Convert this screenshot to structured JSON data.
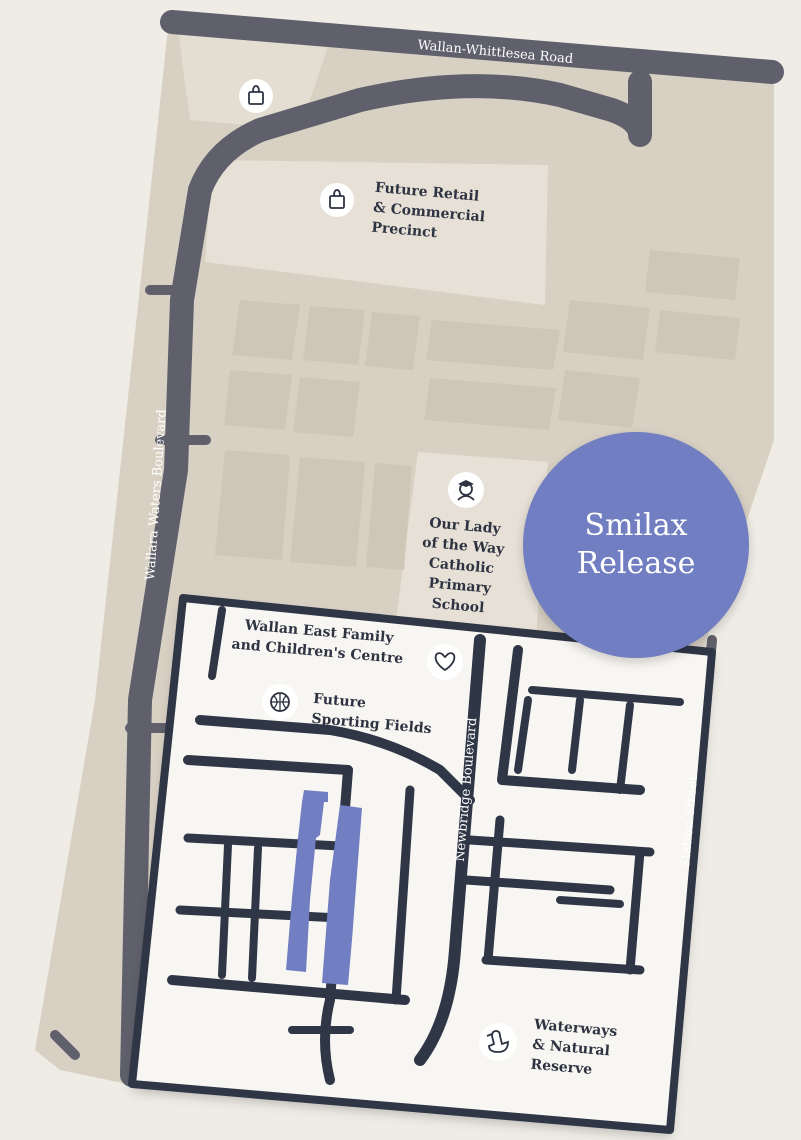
{
  "roads": {
    "north": "Wallan-Whittlesea Road",
    "west": "Wallara Waters Boulevard",
    "central": "Newbridge Boulevard",
    "east": "Station Street"
  },
  "places": {
    "retail": {
      "lines": [
        "Future Retail",
        "& Commercial",
        "Precinct"
      ],
      "icon": "shopping-bag-icon"
    },
    "school": {
      "lines": [
        "Our Lady",
        "of the Way",
        "Catholic",
        "Primary",
        "School"
      ],
      "icon": "student-icon"
    },
    "family_centre": {
      "lines": [
        "Wallan East Family",
        "and Children's Centre"
      ],
      "icon": "handshake-heart-icon"
    },
    "sporting": {
      "lines": [
        "Future",
        "Sporting Fields"
      ],
      "icon": "basketball-icon"
    },
    "waterways": {
      "lines": [
        "Waterways",
        "& Natural",
        "Reserve"
      ],
      "icon": "duck-icon"
    }
  },
  "release": {
    "title": "Smilax Release"
  },
  "colors": {
    "background": "#efece6",
    "estate_land": "#d8d0c3",
    "road": "#5f606b",
    "release_fill": "#717ec1",
    "highlighted_lots": "#717ec1",
    "release_outline": "#2f3646"
  }
}
